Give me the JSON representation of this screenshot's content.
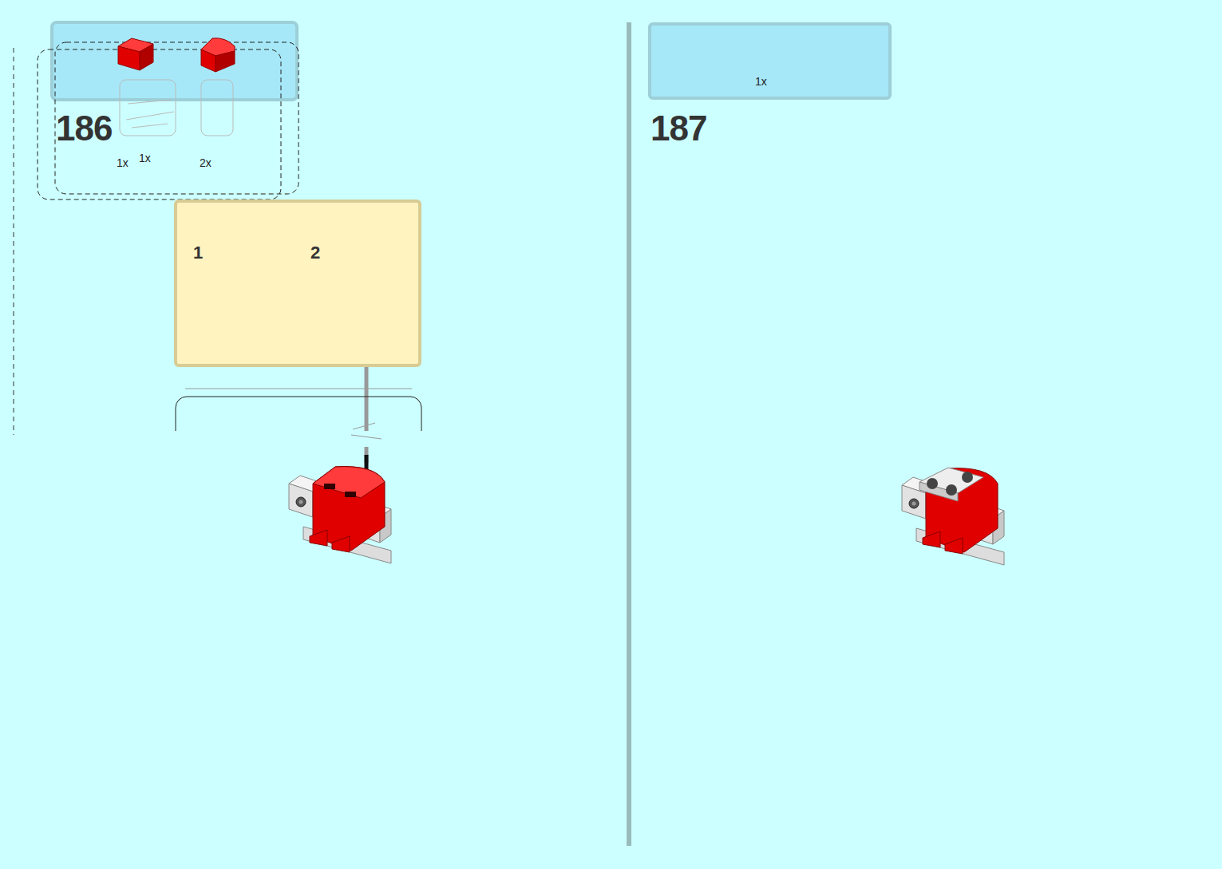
{
  "diagram": {
    "nodes": [
      {
        "text": [
          "1",
          "2"
        ]
      },
      {
        "text": [
          "1x"
        ]
      }
    ],
    "labels": [
      "186",
      "1x",
      "1x",
      "2x",
      "187"
    ]
  }
}
